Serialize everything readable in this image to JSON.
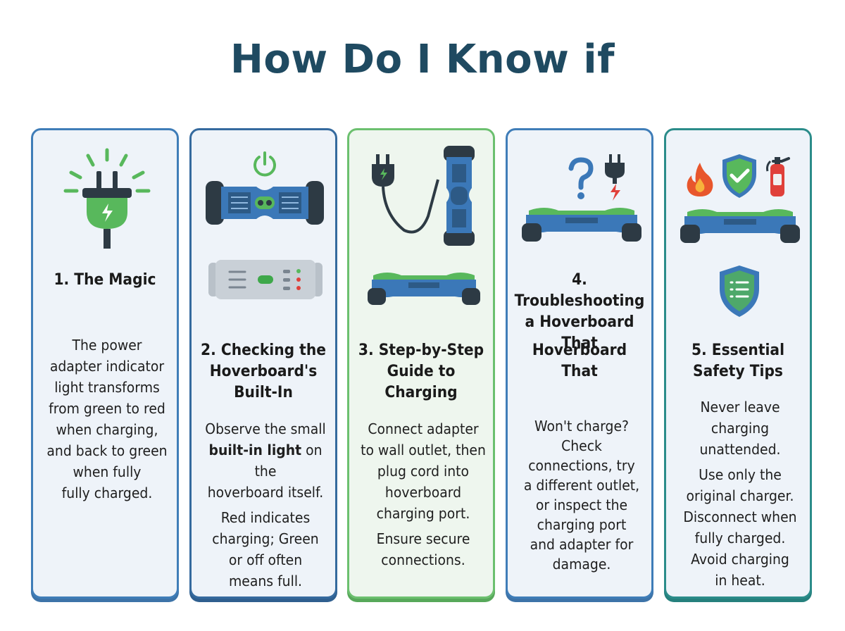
{
  "title": "How Do I Know if",
  "colors": {
    "blue": "#3f7db8",
    "green": "#6cc06f",
    "teal": "#2b8c8a",
    "navy": "#1f4a61"
  },
  "cards": [
    {
      "heading": "1. The Magic",
      "icons": [
        "glowing-plug-icon"
      ],
      "lines": [
        "The power",
        "adapter indicator",
        "light transforms",
        "from green to red",
        "when charging,",
        "and back to green",
        "when fully",
        "fully charged."
      ]
    },
    {
      "heading_lines": [
        "2. Checking the",
        "Hoverboard's",
        "Built-In"
      ],
      "icons": [
        "power-icon",
        "hoverboard-top-icon",
        "indicator-panel-icon"
      ],
      "para1_a": "Observe the small",
      "para1_b_bold": "built-in light",
      "para1_b_rest": " on the",
      "para1_c": "hoverboard itself.",
      "para2": [
        "Red indicates",
        "charging; Green",
        "or off often",
        "means full."
      ]
    },
    {
      "heading_lines": [
        "3. Step-by-Step",
        "Guide to",
        "Charging"
      ],
      "icons": [
        "plug-cord-icon",
        "hoverboard-vertical-icon",
        "hoverboard-side-icon"
      ],
      "para1": [
        "Connect adapter",
        "to wall outlet, then",
        "plug cord into",
        "hoverboard",
        "charging port."
      ],
      "para2": [
        "Ensure secure",
        "connections."
      ]
    },
    {
      "heading_lines": [
        "4. Troubleshooting",
        "a Hoverboard",
        "That"
      ],
      "subheading_lines": [
        "Hoverboard",
        "That"
      ],
      "icons": [
        "question-mark-icon",
        "broken-plug-icon",
        "hoverboard-icon"
      ],
      "lines": [
        "Won't charge?",
        "Check",
        "connections, try",
        "a different outlet,",
        "or inspect the",
        "charging port",
        "and adapter for",
        "damage."
      ]
    },
    {
      "heading_lines": [
        "5. Essential",
        "Safety Tips"
      ],
      "icons": [
        "fire-icon",
        "shield-check-icon",
        "fire-extinguisher-icon",
        "hoverboard-icon",
        "shield-list-icon"
      ],
      "para1": [
        "Never leave",
        "charging",
        "unattended."
      ],
      "para2": [
        "Use only the",
        "original charger.",
        "Disconnect when",
        "fully charged.",
        "Avoid charging",
        "in heat."
      ]
    }
  ]
}
